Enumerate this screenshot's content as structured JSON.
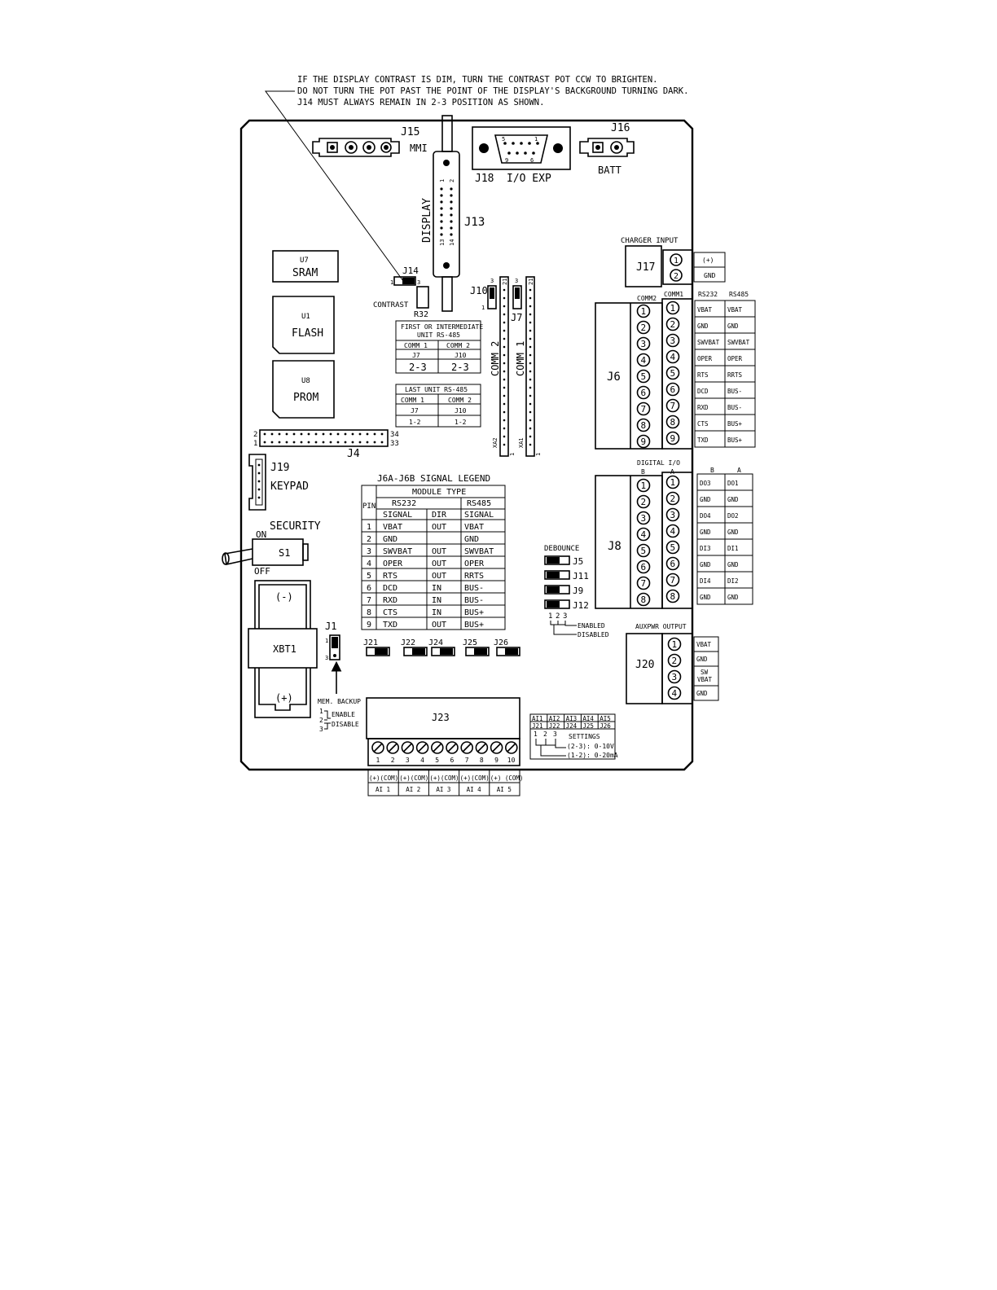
{
  "note": [
    "IF THE DISPLAY CONTRAST IS DIM, TURN THE CONTRAST POT CCW TO BRIGHTEN.",
    "DO NOT TURN THE POT PAST THE POINT OF THE DISPLAY'S BACKGROUND TURNING DARK.",
    "J14 MUST ALWAYS REMAIN IN 2-3 POSITION AS SHOWN."
  ],
  "top": {
    "j15": "J15",
    "mmi": "MMI",
    "j18": "J18",
    "io_exp": "I/O EXP",
    "db_pin5": "5",
    "db_pin1": "1",
    "db_pin9": "9",
    "db_pin6": "6",
    "j16": "J16",
    "batt": "BATT"
  },
  "display": {
    "label": "DISPLAY",
    "j13": "J13",
    "pin1": "1",
    "pin2": "2",
    "pin13": "13",
    "pin14": "14"
  },
  "chips": {
    "u7": "U7",
    "sram": "SRAM",
    "u1": "U1",
    "flash": "FLASH",
    "u8": "U8",
    "prom": "PROM"
  },
  "j14": {
    "label": "J14",
    "p1": "1",
    "p3": "3",
    "contrast": "CONTRAST",
    "r32": "R32"
  },
  "first_table": {
    "title1": "FIRST OR INTERMEDIATE",
    "title2": "UNIT RS-485",
    "h1": "COMM 1",
    "h2": "COMM 2",
    "j1": "J7",
    "j2": "J10",
    "v1": "2-3",
    "v2": "2-3"
  },
  "last_table": {
    "title": "LAST UNIT RS-485",
    "h1": "COMM 1",
    "h2": "COMM 2",
    "j1": "J7",
    "j2": "J10",
    "v1": "1-2",
    "v2": "1-2"
  },
  "comm_headers": {
    "j10": "J10",
    "j7": "J7",
    "comm2": "COMM 2",
    "comm1": "COMM 1",
    "xa2": "XA2",
    "xa1": "XA1",
    "p3": "3",
    "p1": "1",
    "p21": "21"
  },
  "j4": {
    "label": "J4",
    "p2": "2",
    "p1": "1",
    "p34": "34",
    "p33": "33"
  },
  "keypad": {
    "j19": "J19",
    "label": "KEYPAD"
  },
  "security": {
    "label": "SECURITY",
    "on": "ON",
    "off": "OFF",
    "s1": "S1"
  },
  "battery": {
    "neg": "(-)",
    "xbt1": "XBT1",
    "pos": "(+)"
  },
  "j1": {
    "label": "J1",
    "p1": "1",
    "p3": "3",
    "mem_backup": "MEM. BACKUP",
    "s1": "1",
    "s2": "2",
    "s3": "3",
    "enable": "ENABLE",
    "disable": "DISABLE"
  },
  "legend": {
    "title": "J6A-J6B SIGNAL LEGEND",
    "module_type": "MODULE TYPE",
    "pin": "PIN",
    "rs232": "RS232",
    "rs485": "RS485",
    "signal": "SIGNAL",
    "dir": "DIR",
    "rows": [
      {
        "pin": "1",
        "s232": "VBAT",
        "dir": "OUT",
        "s485": "VBAT"
      },
      {
        "pin": "2",
        "s232": "GND",
        "dir": "",
        "s485": "GND"
      },
      {
        "pin": "3",
        "s232": "SWVBAT",
        "dir": "OUT",
        "s485": "SWVBAT"
      },
      {
        "pin": "4",
        "s232": "OPER",
        "dir": "OUT",
        "s485": "OPER"
      },
      {
        "pin": "5",
        "s232": "RTS",
        "dir": "OUT",
        "s485": "RRTS"
      },
      {
        "pin": "6",
        "s232": "DCD",
        "dir": "IN",
        "s485": "BUS-"
      },
      {
        "pin": "7",
        "s232": "RXD",
        "dir": "IN",
        "s485": "BUS-"
      },
      {
        "pin": "8",
        "s232": "CTS",
        "dir": "IN",
        "s485": "BUS+"
      },
      {
        "pin": "9",
        "s232": "TXD",
        "dir": "OUT",
        "s485": "BUS+"
      }
    ]
  },
  "jumpers": [
    "J21",
    "J22",
    "J24",
    "J25",
    "J26"
  ],
  "debounce": {
    "title": "DEBOUNCE",
    "items": [
      "J5",
      "J11",
      "J9",
      "J12"
    ],
    "p1": "1",
    "p2": "2",
    "p3": "3",
    "enabled": "ENABLED",
    "disabled": "DISABLED"
  },
  "charger": {
    "title": "CHARGER INPUT",
    "j17": "J17",
    "pins": [
      "1",
      "2"
    ],
    "labels": [
      "(+)",
      "GND"
    ]
  },
  "j6": {
    "label": "J6",
    "comm2": "COMM2",
    "comm1": "COMM1",
    "rs232": "RS232",
    "rs485": "RS485",
    "pins": [
      "1",
      "2",
      "3",
      "4",
      "5",
      "6",
      "7",
      "8",
      "9"
    ],
    "rs232_signals": [
      "VBAT",
      "GND",
      "SWVBAT",
      "OPER",
      "RTS",
      "DCD",
      "RXD",
      "CTS",
      "TXD"
    ],
    "rs485_signals": [
      "VBAT",
      "GND",
      "SWVBAT",
      "OPER",
      "RRTS",
      "BUS-",
      "BUS-",
      "BUS+",
      "BUS+"
    ]
  },
  "j8": {
    "label": "J8",
    "title": "DIGITAL I/O",
    "b": "B",
    "a": "A",
    "pins": [
      "1",
      "2",
      "3",
      "4",
      "5",
      "6",
      "7",
      "8"
    ],
    "b_signals": [
      "DO3",
      "GND",
      "DO4",
      "GND",
      "DI3",
      "GND",
      "DI4",
      "GND"
    ],
    "a_signals": [
      "DO1",
      "GND",
      "DO2",
      "GND",
      "DI1",
      "GND",
      "DI2",
      "GND"
    ]
  },
  "j20": {
    "title": "AUXPWR OUTPUT",
    "label": "J20",
    "pins": [
      "1",
      "2",
      "3",
      "4"
    ],
    "signals": [
      "VBAT",
      "GND",
      "SW VBAT",
      "GND"
    ]
  },
  "j23": {
    "label": "J23",
    "terminals": [
      "1",
      "2",
      "3",
      "4",
      "5",
      "6",
      "7",
      "8",
      "9",
      "10"
    ],
    "groups": [
      "(+)(COM)",
      "(+)(COM)",
      "(+)(COM)",
      "(+)(COM)",
      "(+) (COM)"
    ],
    "ai": [
      "AI 1",
      "AI 2",
      "AI 3",
      "AI 4",
      "AI 5"
    ]
  },
  "ai_settings": {
    "ai": [
      "AI1",
      "AI2",
      "AI3",
      "AI4",
      "AI5"
    ],
    "jmp": [
      "J21",
      "J22",
      "J24",
      "J25",
      "J26"
    ],
    "p1": "1",
    "p2": "2",
    "p3": "3",
    "settings": "SETTINGS",
    "s23": "(2-3): 0-10V",
    "s12": "(1-2): 0-20mA"
  }
}
